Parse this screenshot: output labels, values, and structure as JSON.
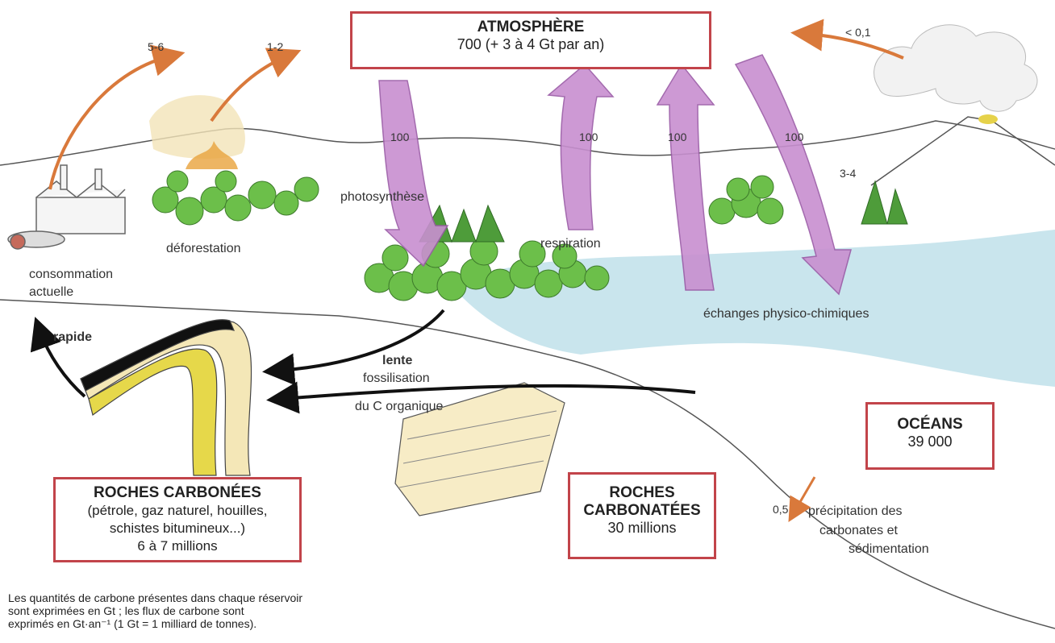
{
  "reservoirs": {
    "atmosphere": {
      "title": "ATMOSPHÈRE",
      "value": "700 (+ 3 à 4 Gt par an)"
    },
    "oceans": {
      "title": "OCÉANS",
      "value": "39 000"
    },
    "roches_carbonees": {
      "title": "ROCHES CARBONÉES",
      "detail_1": "(pétrole, gaz naturel, houilles,",
      "detail_2": "schistes bitumineux...)",
      "value": "6 à 7 millions"
    },
    "roches_carbonatees": {
      "title_1": "ROCHES",
      "title_2": "CARBONATÉES",
      "value": "30 millions"
    }
  },
  "flux_values": {
    "consommation": "5-6",
    "deforestation": "1-2",
    "volcan": "< 0,1",
    "photosynthese": "100",
    "respiration": "100",
    "ocean_up": "100",
    "ocean_down": "100",
    "volcan_sol": "3-4",
    "precipitation": "0,5"
  },
  "labels": {
    "consommation_1": "consommation",
    "consommation_2": "actuelle",
    "deforestation": "déforestation",
    "photosynthese": "photosynthèse",
    "respiration": "respiration",
    "echanges": "échanges physico-chimiques",
    "rapide": "rapide",
    "lente": "lente",
    "fossilisation_1": "fossilisation",
    "fossilisation_2": "du C organique",
    "precipitation_1": "précipitation des",
    "precipitation_2": "carbonates et",
    "precipitation_3": "sédimentation"
  },
  "footnote": {
    "line_1": "Les quantités de carbone présentes dans chaque réservoir",
    "line_2": "sont exprimées en Gt ; les flux de carbone sont",
    "line_3": "exprimés en Gt·an⁻¹ (1 Gt = 1 milliard de tonnes)."
  },
  "colors": {
    "box_border": "#c2444a",
    "flux_orange": "#d9793b",
    "flux_violet": "#c88fd0",
    "ocean": "#bfe0ea",
    "vegetation": "#6cbf4a"
  }
}
